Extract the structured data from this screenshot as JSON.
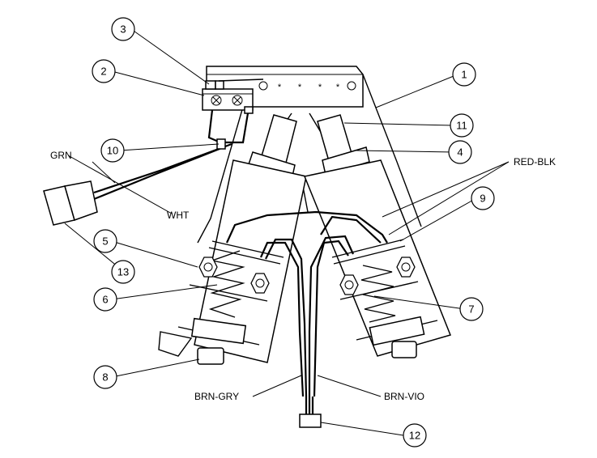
{
  "callouts": [
    {
      "id": "1",
      "label": "1"
    },
    {
      "id": "2",
      "label": "2"
    },
    {
      "id": "3",
      "label": "3"
    },
    {
      "id": "4",
      "label": "4"
    },
    {
      "id": "5",
      "label": "5"
    },
    {
      "id": "6",
      "label": "6"
    },
    {
      "id": "7",
      "label": "7"
    },
    {
      "id": "8",
      "label": "8"
    },
    {
      "id": "9",
      "label": "9"
    },
    {
      "id": "10",
      "label": "10"
    },
    {
      "id": "11",
      "label": "11"
    },
    {
      "id": "12",
      "label": "12"
    },
    {
      "id": "13",
      "label": "13"
    }
  ],
  "wire_labels": {
    "grn": "GRN",
    "wht": "WHT",
    "red_blk": "RED-BLK",
    "brn_gry": "BRN-GRY",
    "brn_vio": "BRN-VIO"
  }
}
